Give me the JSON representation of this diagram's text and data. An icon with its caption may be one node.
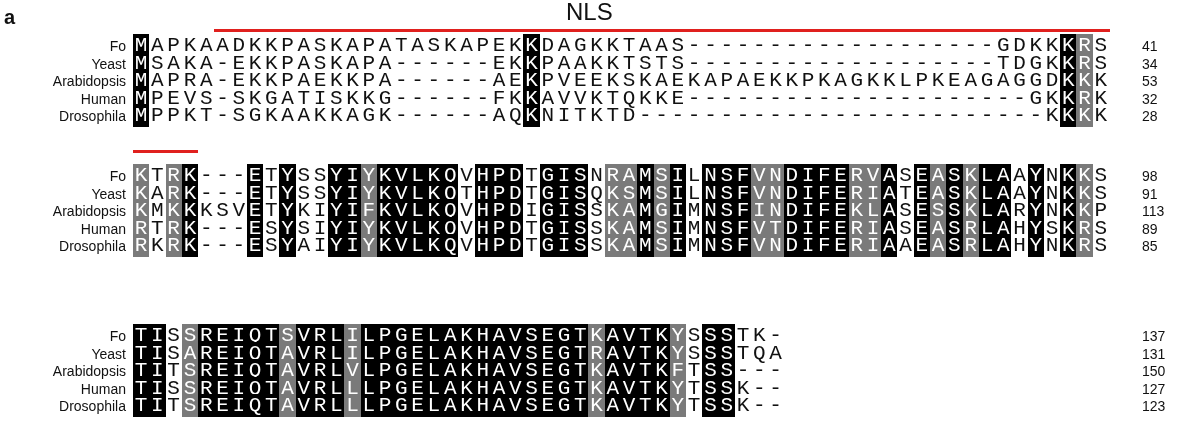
{
  "diagram": {
    "labels": [
      "a",
      "NLS",
      "Fo",
      "MAPKAADKKPASKAPATASKAPEKKDAGKKTAAS-------------------GDKKKRS",
      "41",
      "Yeast",
      "MSAKA-EKKPASKAPA------EKKPAAKKTSTS-------------------TDGKKRS",
      "34",
      "Arabidopsis",
      "MAPRA-EKKPAEKKPA------AEKPVEEKSKAEKAPAEKKPKAGKKLPKEAGAGGDKKK",
      "53",
      "Human",
      "MPEVS-SKGATISKKG------FKKAVVKTQKKE---------------------GKKRK",
      "32",
      "Drosophila",
      "MPPKT-SGKAAKKAGK------AQKNITKTD-------------------------KKKK",
      "28",
      "Fo",
      "KTRK---ETYSSYIYKVLKQVHPDTGISNRAMSILNSFVNDIFERVASEASKLAAYNKKS",
      "98",
      "Yeast",
      "KARK---ETYSSYIYKVLKQTHPDTGISQKSMSILNSFVNDIFERIATEASKLAAYNKKS",
      "91",
      "Arabidopsis",
      "KMKKKSVETYKIYIFKVLKQVHPDIGISSKAMGIMNSFINDIFEKLASESSKLARYNKKP",
      "113",
      "Human",
      "RTRK---ESYSIYIYKVLKQVHPDTGISSKAMSIMNSFVTDIFERIASEASRLAHYSKRS",
      "89",
      "Drosophila",
      "RKRK---ESYAIYIYKVLKQVHPDTGISSKAMSIMNSFVNDIFERIAAEASRLAHYNKRS",
      "85",
      "Fo",
      "TISSREIQTSVRLILPGELAKHAVSEGTKAVTKYSSSTK-",
      "137",
      "Yeast",
      "TISAREIQTAVRLILPGELAKHAVSEGTRAVTKYSSSTQA",
      "131",
      "Arabidopsis",
      "TITSREIQTAVRLVLPGELAKHAVSEGTKAVTKFTSS---",
      "150",
      "Human",
      "TISSREIQTAVRLLLPGELAKHAVSEGTKAVTKYTSSK--",
      "127",
      "Drosophila",
      "TITSREIQTAVRLLLPGELAKHAVSEGTKAVTKYTSSK--",
      "123"
    ]
  }
}
